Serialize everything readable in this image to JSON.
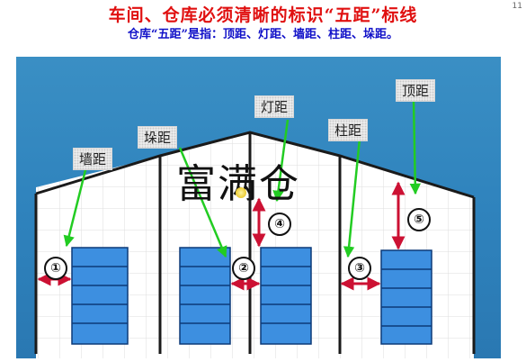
{
  "title": "车间、仓库必须清晰的标识“五距”标线",
  "subtitle": "仓库“五距”是指：顶距、灯距、墙距、柱距、垛距。",
  "corner_text": "11",
  "labels": {
    "wall": "墙距",
    "stack": "垛距",
    "light": "灯距",
    "pillar": "柱距",
    "top": "顶距"
  },
  "markers": [
    "①",
    "②",
    "③",
    "④",
    "⑤"
  ],
  "watermark": "富满仓",
  "colors": {
    "title": "#e01010",
    "subtitle": "#1010c8",
    "background": "#2f83bd",
    "structure": "#1a1a1a",
    "pointer": "#22cc22",
    "distance_arrow": "#cc1133",
    "stack": "#3d8fe0"
  }
}
